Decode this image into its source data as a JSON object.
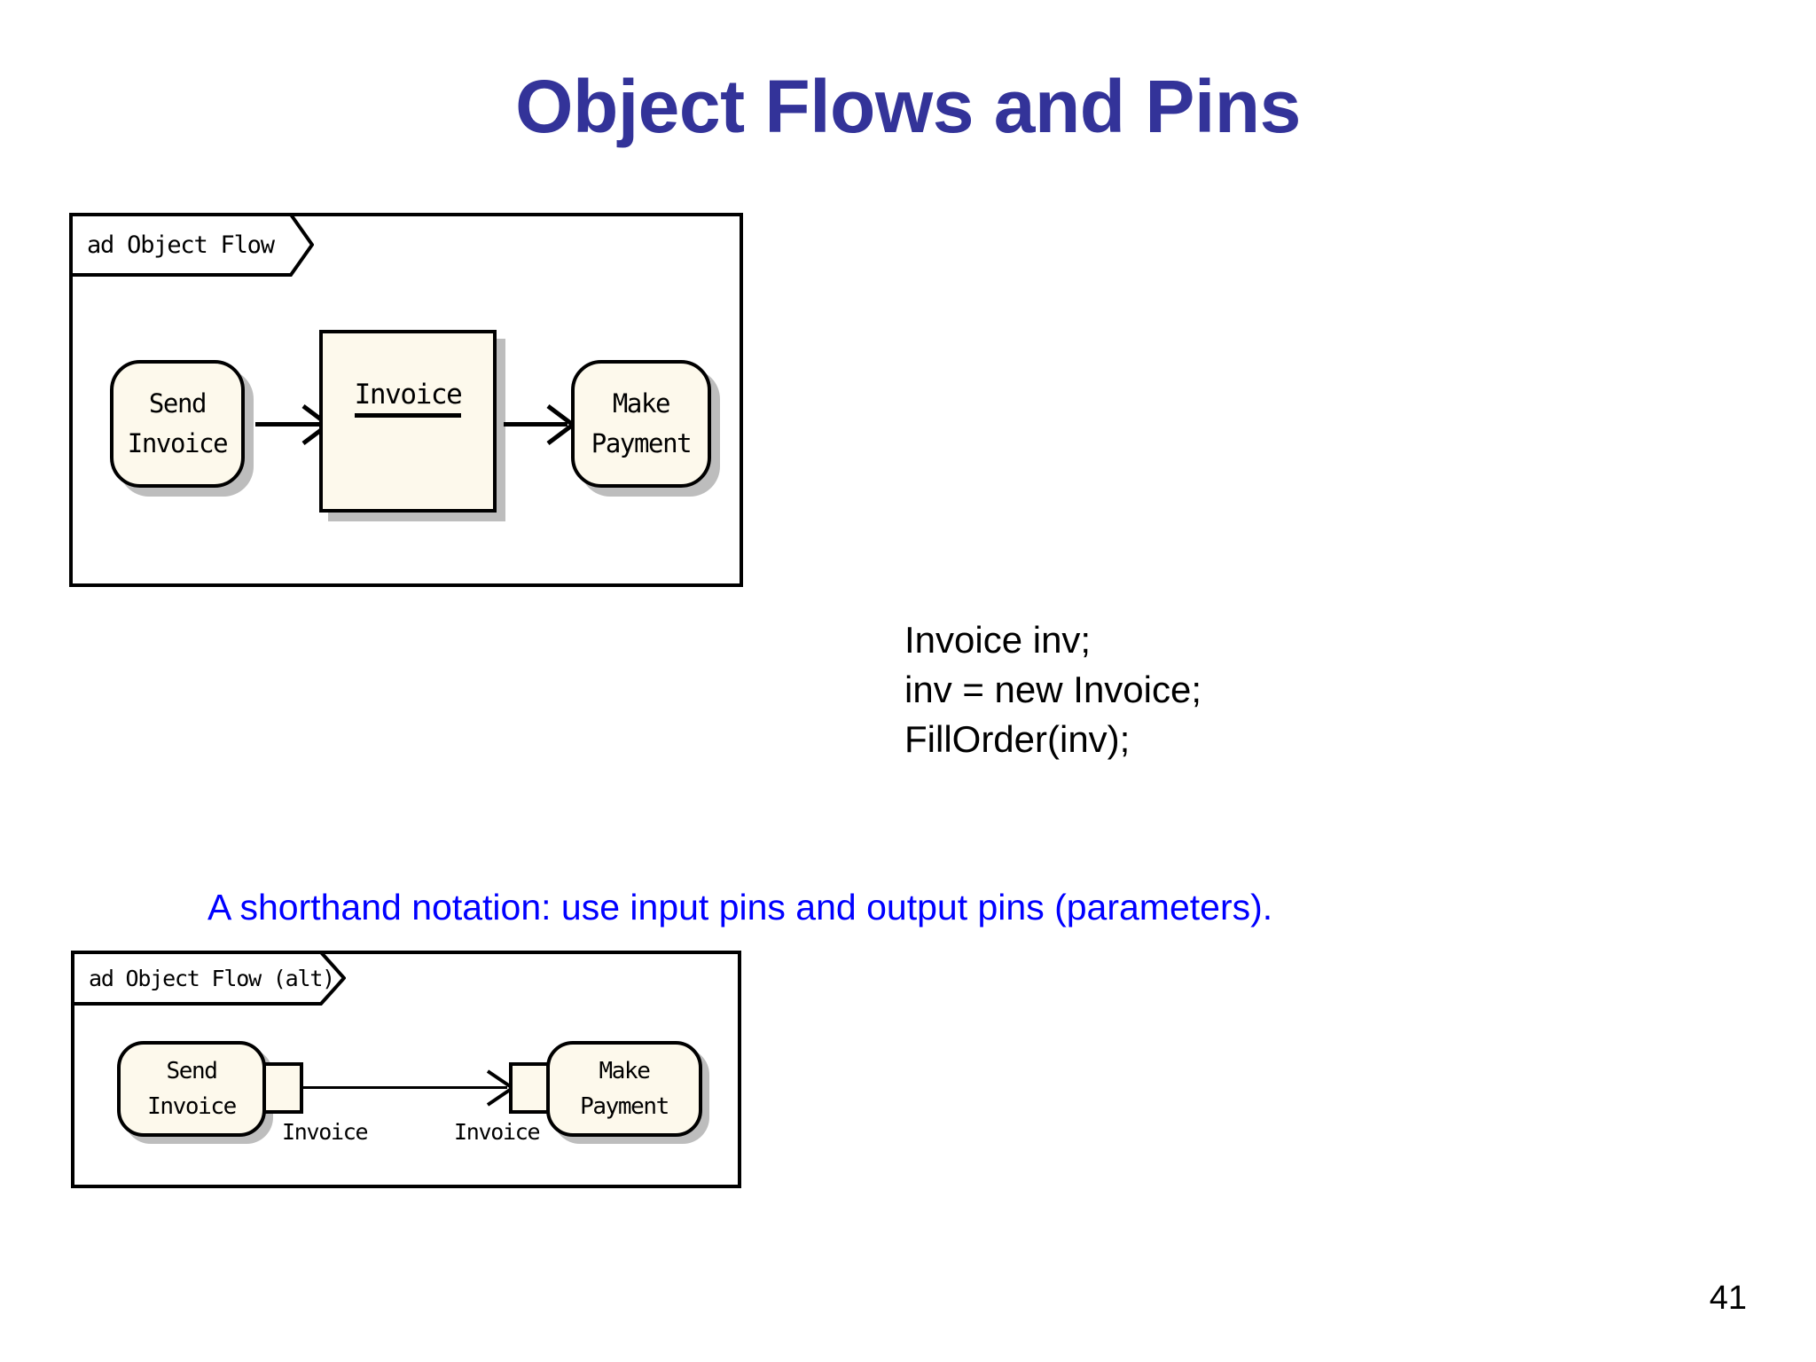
{
  "slide": {
    "title": "Object Flows and Pins",
    "title_color": "#333399",
    "page_number": "41",
    "background_color": "#ffffff"
  },
  "diagram_top": {
    "frame_label": "ad Object Flow",
    "nodes": [
      {
        "id": "send-invoice",
        "type": "action",
        "lines": [
          "Send",
          "Invoice"
        ]
      },
      {
        "id": "invoice-object",
        "type": "object",
        "name": "Invoice"
      },
      {
        "id": "make-payment",
        "type": "action",
        "lines": [
          "Make",
          "Payment"
        ]
      }
    ],
    "edges": [
      {
        "from": "send-invoice",
        "to": "invoice-object",
        "label": ""
      },
      {
        "from": "invoice-object",
        "to": "make-payment",
        "label": ""
      }
    ]
  },
  "code_snippet": {
    "lines": [
      "Invoice inv;",
      "inv = new Invoice;",
      "FillOrder(inv);"
    ]
  },
  "caption": {
    "text": "A shorthand notation: use input pins and output pins (parameters).",
    "color": "#0000ff"
  },
  "diagram_bottom": {
    "frame_label": "ad Object Flow (alt)",
    "nodes": [
      {
        "id": "send-invoice-alt",
        "type": "action",
        "lines": [
          "Send",
          "Invoice"
        ]
      },
      {
        "id": "make-payment-alt",
        "type": "action",
        "lines": [
          "Make",
          "Payment"
        ]
      }
    ],
    "pins": [
      {
        "id": "output-pin",
        "kind": "output",
        "label": "Invoice"
      },
      {
        "id": "input-pin",
        "kind": "input",
        "label": "Invoice"
      }
    ]
  },
  "colors": {
    "node_fill": "#fdf9ec",
    "node_stroke": "#000000",
    "node_shadow": "#bdbdbd",
    "title": "#333399",
    "caption": "#0000ff"
  }
}
